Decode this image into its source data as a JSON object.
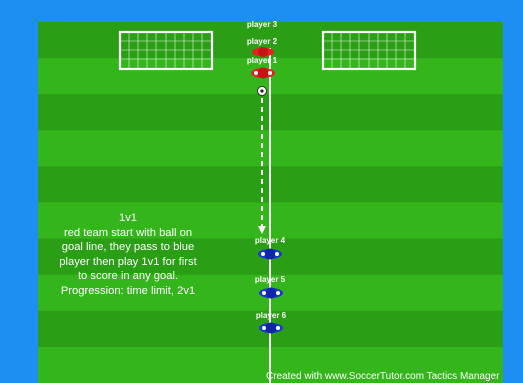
{
  "colors": {
    "border": "#1e8ff2",
    "grass_light": "#34b51c",
    "grass_dark": "#2a9e14",
    "red_team": "#e52222",
    "blue_team": "#1a37d6",
    "line": "#ffffff"
  },
  "players": [
    {
      "label": "player 3",
      "team": "red"
    },
    {
      "label": "player 2",
      "team": "red"
    },
    {
      "label": "player 1",
      "team": "red"
    },
    {
      "label": "player 4",
      "team": "blue"
    },
    {
      "label": "player 5",
      "team": "blue"
    },
    {
      "label": "player 6",
      "team": "blue"
    }
  ],
  "description": {
    "lines": [
      "1v1",
      "red team start with ball on",
      "goal line, they pass to blue",
      "player then play 1v1 for first",
      "to score in any goal.",
      "Progression: time limit, 2v1"
    ]
  },
  "watermark": "Created with www.SoccerTutor.com Tactics Manager"
}
